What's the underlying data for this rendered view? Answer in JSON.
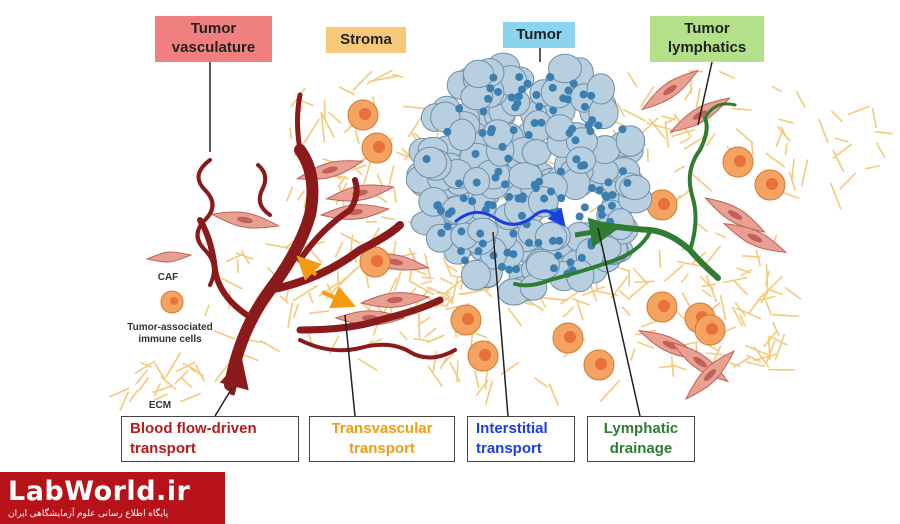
{
  "top_labels": {
    "tumor_vasculature": "Tumor\nvasculature",
    "stroma": "Stroma",
    "tumor": "Tumor",
    "tumor_lymphatics": "Tumor\nlymphatics"
  },
  "legend": {
    "caf": "CAF",
    "immune": "Tumor-associated\nimmune cells",
    "ecm": "ECM"
  },
  "bottom_boxes": {
    "blood": "Blood flow-driven\ntransport",
    "transvascular": "Transvascular\ntransport",
    "interstitial": "Interstitial\ntransport",
    "lymphatic": "Lymphatic\ndrainage"
  },
  "logo": {
    "main": "LabWorld.ir",
    "sub": "پایگاه اطلاع رسانی علوم آزمایشگاهی ایران"
  },
  "colors": {
    "vasculature": "#8b1a1a",
    "vasculature_label_bg": "#f08080",
    "stroma_label_bg": "#f7c97a",
    "tumor_label_bg": "#8ad4f0",
    "lymphatics_label_bg": "#b5e08a",
    "lymphatic_vessel": "#2e7d32",
    "interstitial_arrow": "#1a3ee0",
    "transvascular_arrow": "#f39c12",
    "ecm_fibers": "#f5c97a",
    "tumor_cell": "#b8cfe0",
    "tumor_nucleus": "#3a7fb0",
    "immune_cell": "#f4a460",
    "caf": "#e8a090",
    "logo_bg": "#b7121a"
  }
}
